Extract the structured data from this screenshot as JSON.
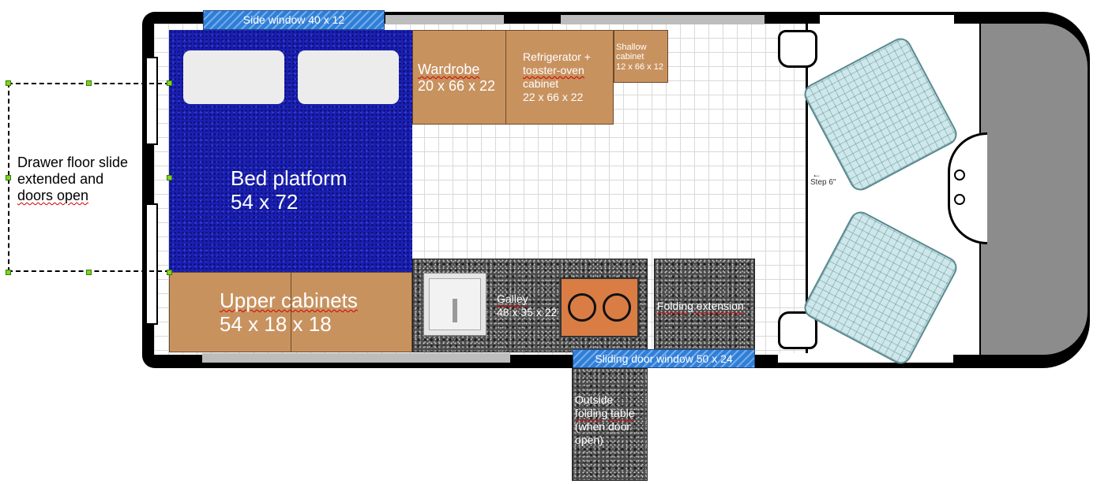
{
  "windows": {
    "side": "Side window 40 x 12",
    "sliding_door": "Sliding door window 50 x 24"
  },
  "bed": {
    "name": "Bed platform",
    "dims": "54 x 72"
  },
  "upper_cabinets": {
    "name": "Upper cabinets",
    "dims": "54 x 18 x 18"
  },
  "wardrobe": {
    "name": "Wardrobe",
    "dims": "20 x 66 x 22"
  },
  "fridge": {
    "line1": "Refrigerator +",
    "line2": "toaster-oven",
    "line3": "cabinet",
    "dims": "22 x 66 x 22"
  },
  "shallow": {
    "line1": "Shallow",
    "line2": "cabinet",
    "dims": "12 x 66 x 12"
  },
  "galley": {
    "name": "Galley",
    "dims": "48 x 35 x 22"
  },
  "folding_extension": "Folding extension",
  "outside_table": {
    "line1": "Outside",
    "line2": "folding table",
    "line3": "(when door",
    "line4": "open)"
  },
  "drawer": {
    "line1": "Drawer floor slide",
    "line2": "extended and",
    "line3": "doors open"
  },
  "step": "Step 6\"",
  "colors": {
    "cabinet": "#c8925f",
    "bed": "#1a1fb0",
    "window": "#2f7fd9",
    "handle": "#7ed321",
    "van_body": "#000000",
    "nose": "#8c8c8c"
  }
}
